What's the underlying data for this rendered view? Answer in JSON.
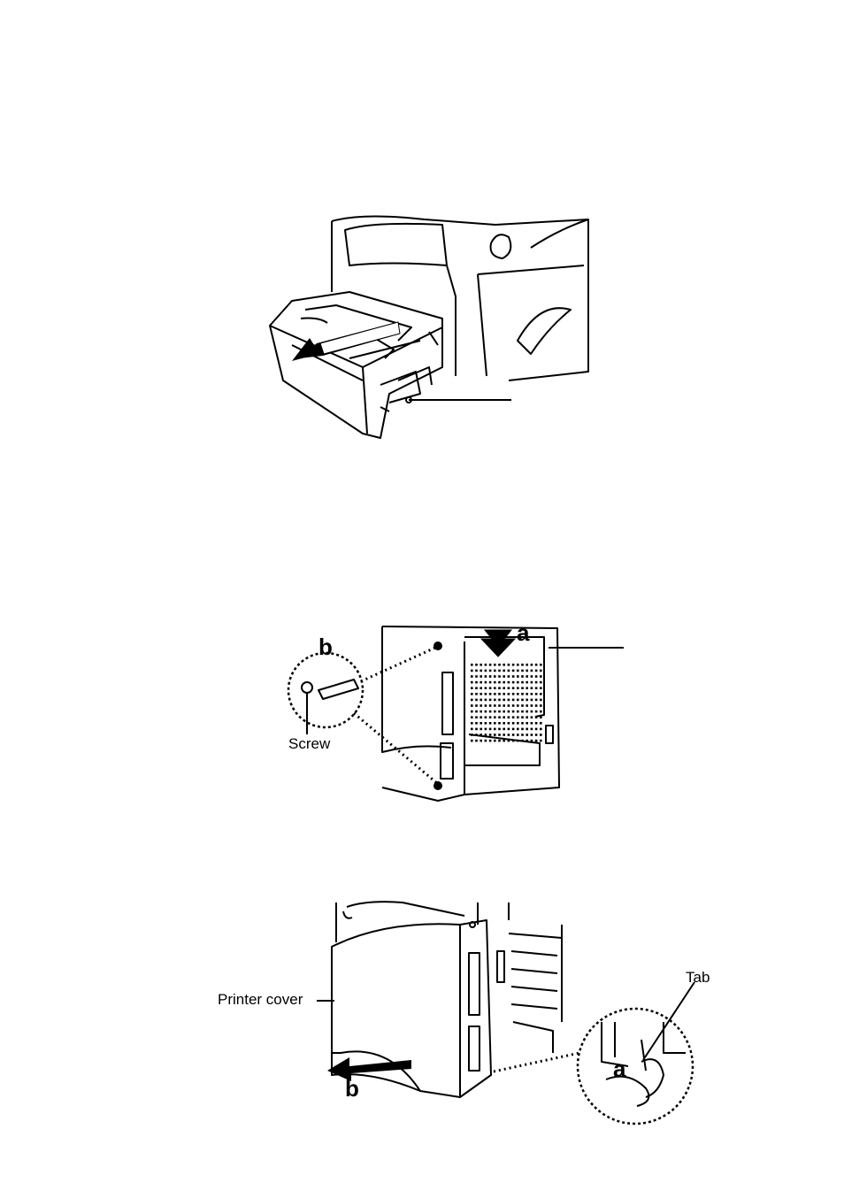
{
  "figures": {
    "tray": {},
    "rear_panel": {
      "label_b": "b",
      "label_a": "a",
      "screw_label": "Screw"
    },
    "printer_cover": {
      "cover_label": "Printer cover",
      "tab_label": "Tab",
      "label_a": "a",
      "label_b": "b"
    }
  }
}
